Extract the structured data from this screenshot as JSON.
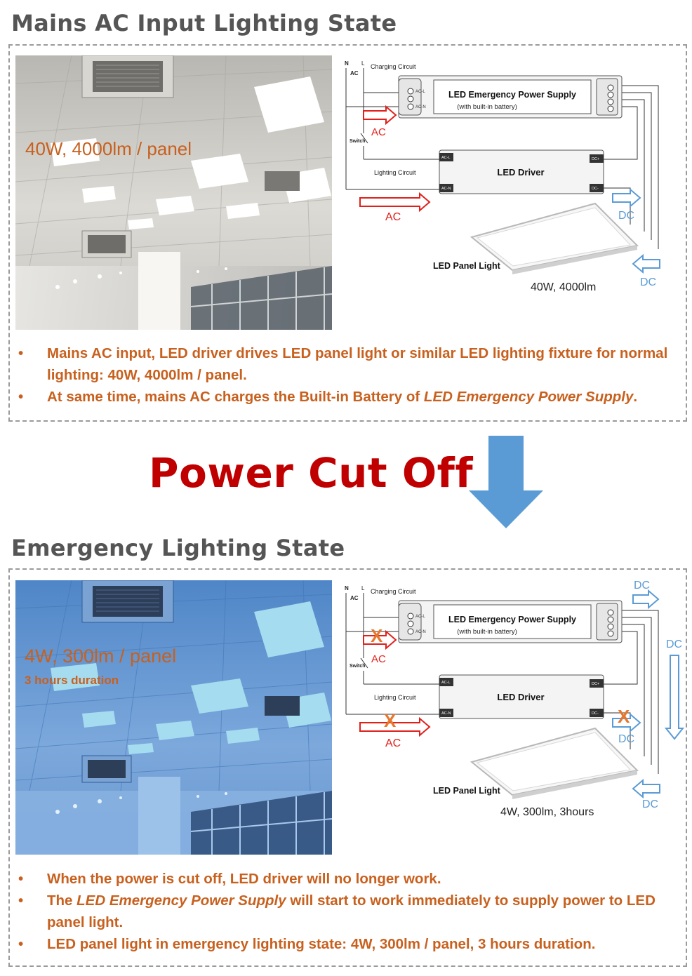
{
  "top": {
    "title": "Mains AC Input Lighting State",
    "photo_label": "40W, 4000lm / panel",
    "diagram": {
      "charging_circuit": "Charging Circuit",
      "n": "N",
      "l": "L",
      "ac_src": "AC",
      "switch": "Switch",
      "lighting_circuit": "Lighting Circuit",
      "eps_title": "LED Emergency Power Supply",
      "eps_sub": "(with built-in battery)",
      "acl": "AC-L",
      "acn": "AC-N",
      "driver_title": "LED Driver",
      "drv_acl": "AC-L",
      "drv_acn": "AC-N",
      "dcp": "DC+",
      "dcm": "DC-",
      "ac_arrow1": "AC",
      "ac_arrow2": "AC",
      "dc_arrow1": "DC",
      "dc_arrow2": "DC",
      "panel_label": "LED Panel Light",
      "rating": "40W, 4000lm"
    },
    "bullets": [
      {
        "text": "Mains AC input, LED driver drives LED panel light or similar LED lighting fixture for normal lighting:  40W, 4000lm / panel."
      },
      {
        "pre": "At same time, mains AC charges the Built-in Battery of ",
        "em": "LED Emergency Power Supply",
        "post": "."
      }
    ]
  },
  "middle": {
    "power_cut": "Power Cut Off"
  },
  "bottom": {
    "title": "Emergency Lighting State",
    "photo_label": "4W, 300lm / panel",
    "photo_sublabel": "3 hours duration",
    "diagram": {
      "charging_circuit": "Charging Circuit",
      "n": "N",
      "l": "L",
      "ac_src": "AC",
      "switch": "Switch",
      "lighting_circuit": "Lighting Circuit",
      "eps_title": "LED Emergency Power Supply",
      "eps_sub": "(with built-in battery)",
      "acl": "AC-L",
      "acn": "AC-N",
      "driver_title": "LED Driver",
      "drv_acl": "AC-L",
      "drv_acn": "AC-N",
      "dcp": "DC+",
      "dcm": "DC-",
      "ac_arrow1": "AC",
      "ac_arrow2": "AC",
      "dc_top": "DC",
      "dc_right": "DC",
      "dc_driver": "DC",
      "dc_bottom": "DC",
      "x_mark": "X",
      "panel_label": "LED Panel Light",
      "rating": "4W, 300lm, 3hours"
    },
    "bullets": [
      {
        "text": "When the power is cut off, LED driver will no longer work."
      },
      {
        "pre": "The ",
        "em": "LED Emergency Power Supply",
        "post": " will start to work immediately to supply power to LED panel light."
      },
      {
        "text": "LED panel light in emergency lighting state: 4W, 300lm / panel, 3 hours duration."
      }
    ]
  },
  "colors": {
    "title_gray": "#555555",
    "orange_text": "#c8601e",
    "red_title": "#c00000",
    "ac_red": "#e0201b",
    "dc_blue": "#5b9bd5",
    "x_orange": "#e8772e",
    "big_arrow": "#5b9bd5"
  },
  "icons": {
    "bullet": "•",
    "down_arrow": "down-arrow-icon"
  }
}
